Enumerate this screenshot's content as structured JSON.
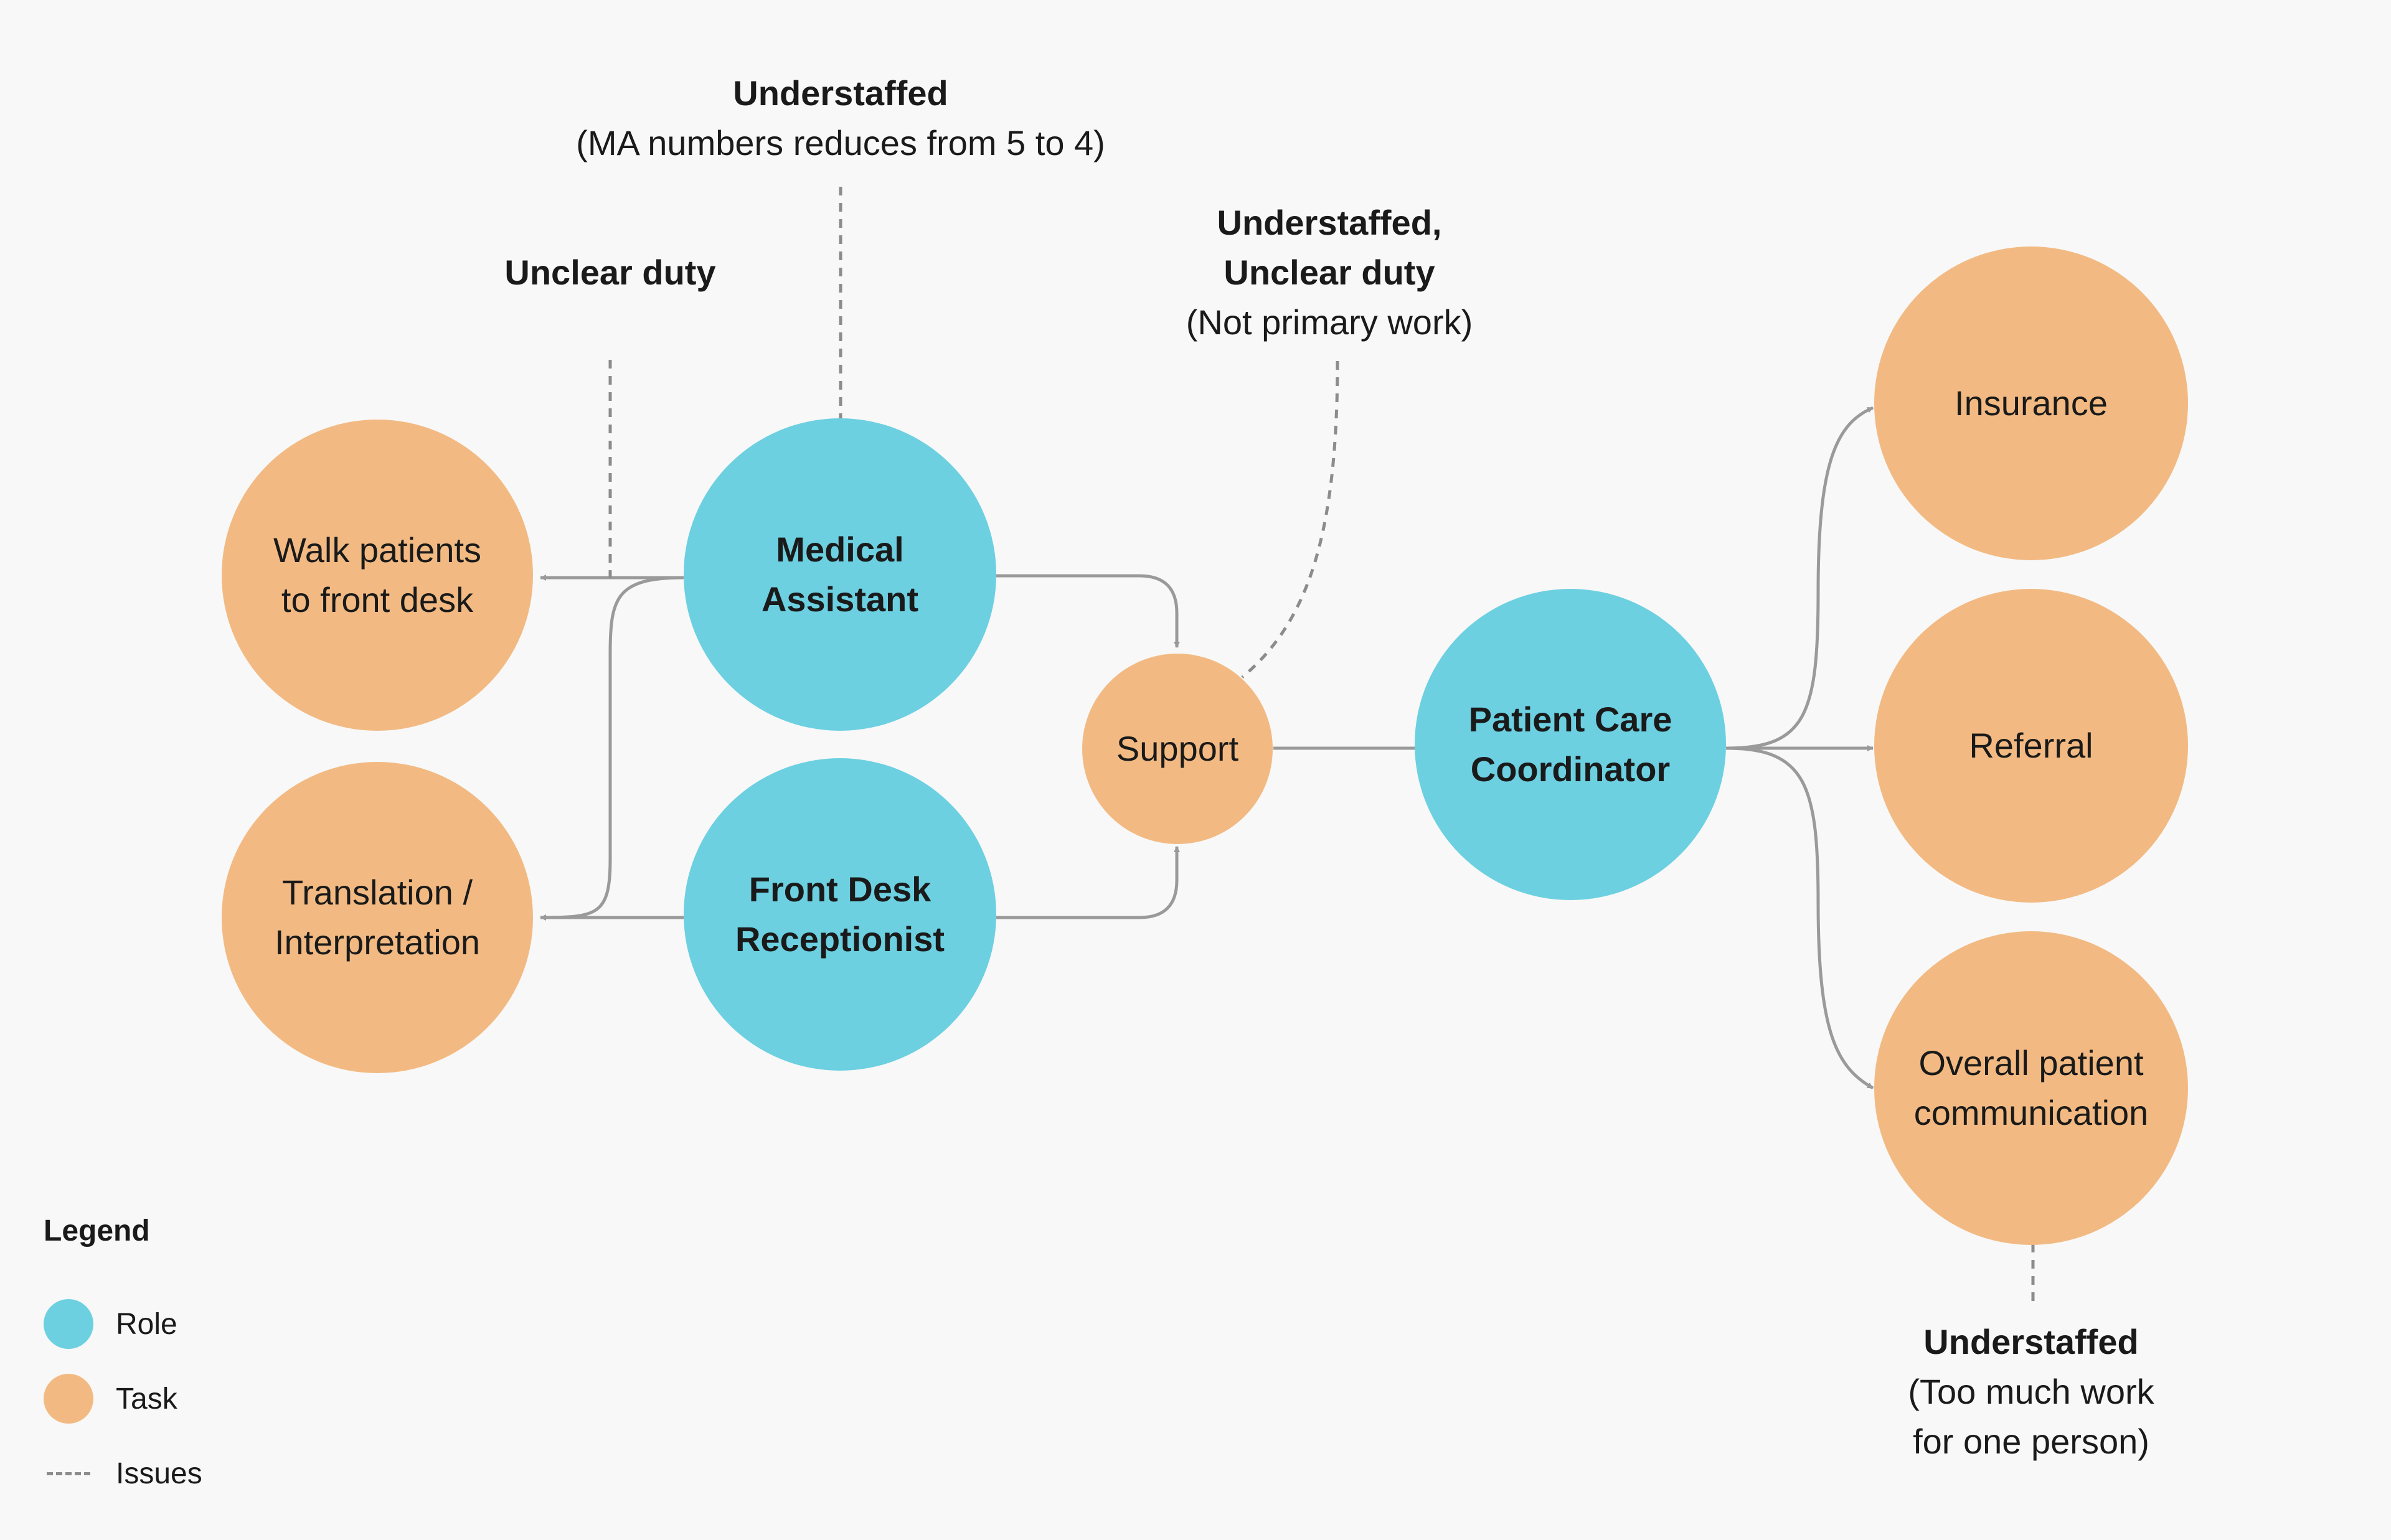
{
  "colors": {
    "role": "#6cd0e1",
    "task": "#f2ba82",
    "line": "#9a9a9a",
    "dash": "#8c8c8c",
    "background": "#f8f8f8"
  },
  "roles": {
    "medical_assistant": "Medical\nAssistant",
    "front_desk": "Front Desk\nReceptionist",
    "pcc": "Patient Care\nCoordinator"
  },
  "tasks": {
    "walk_patients": "Walk patients\nto front desk",
    "translation": "Translation /\nInterpretation",
    "support": "Support",
    "insurance": "Insurance",
    "referral": "Referral",
    "overall_comm": "Overall patient\ncommunication"
  },
  "issues": {
    "ma_understaffed": {
      "title": "Understaffed",
      "subtitle": "(MA numbers reduces from 5 to 4)"
    },
    "walk_unclear": {
      "title": "Unclear duty",
      "subtitle": ""
    },
    "support_issue": {
      "title": "Understaffed,\nUnclear duty",
      "subtitle": "(Not primary work)"
    },
    "comm_issue": {
      "title": "Understaffed",
      "subtitle": "(Too much work\nfor one person)"
    }
  },
  "legend": {
    "title": "Legend",
    "items": [
      {
        "label": "Role",
        "kind": "role"
      },
      {
        "label": "Task",
        "kind": "task"
      },
      {
        "label": "Issues",
        "kind": "issue"
      }
    ]
  }
}
